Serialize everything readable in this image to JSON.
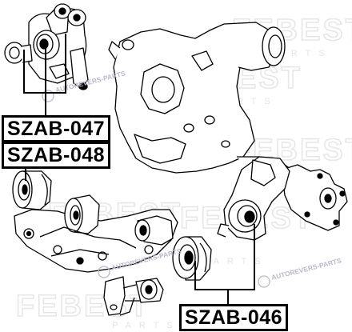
{
  "labels": {
    "szab047": "SZAB-047",
    "szab048": "SZAB-048",
    "szab046": "SZAB-046"
  },
  "watermark": {
    "brand": "FEBEST",
    "sub": "PARTS",
    "site": "AUTOREVERS-PARTS"
  },
  "colors": {
    "line": "#000000",
    "watermark": "#e7e7e7",
    "site_text": "#b9b9cf"
  }
}
